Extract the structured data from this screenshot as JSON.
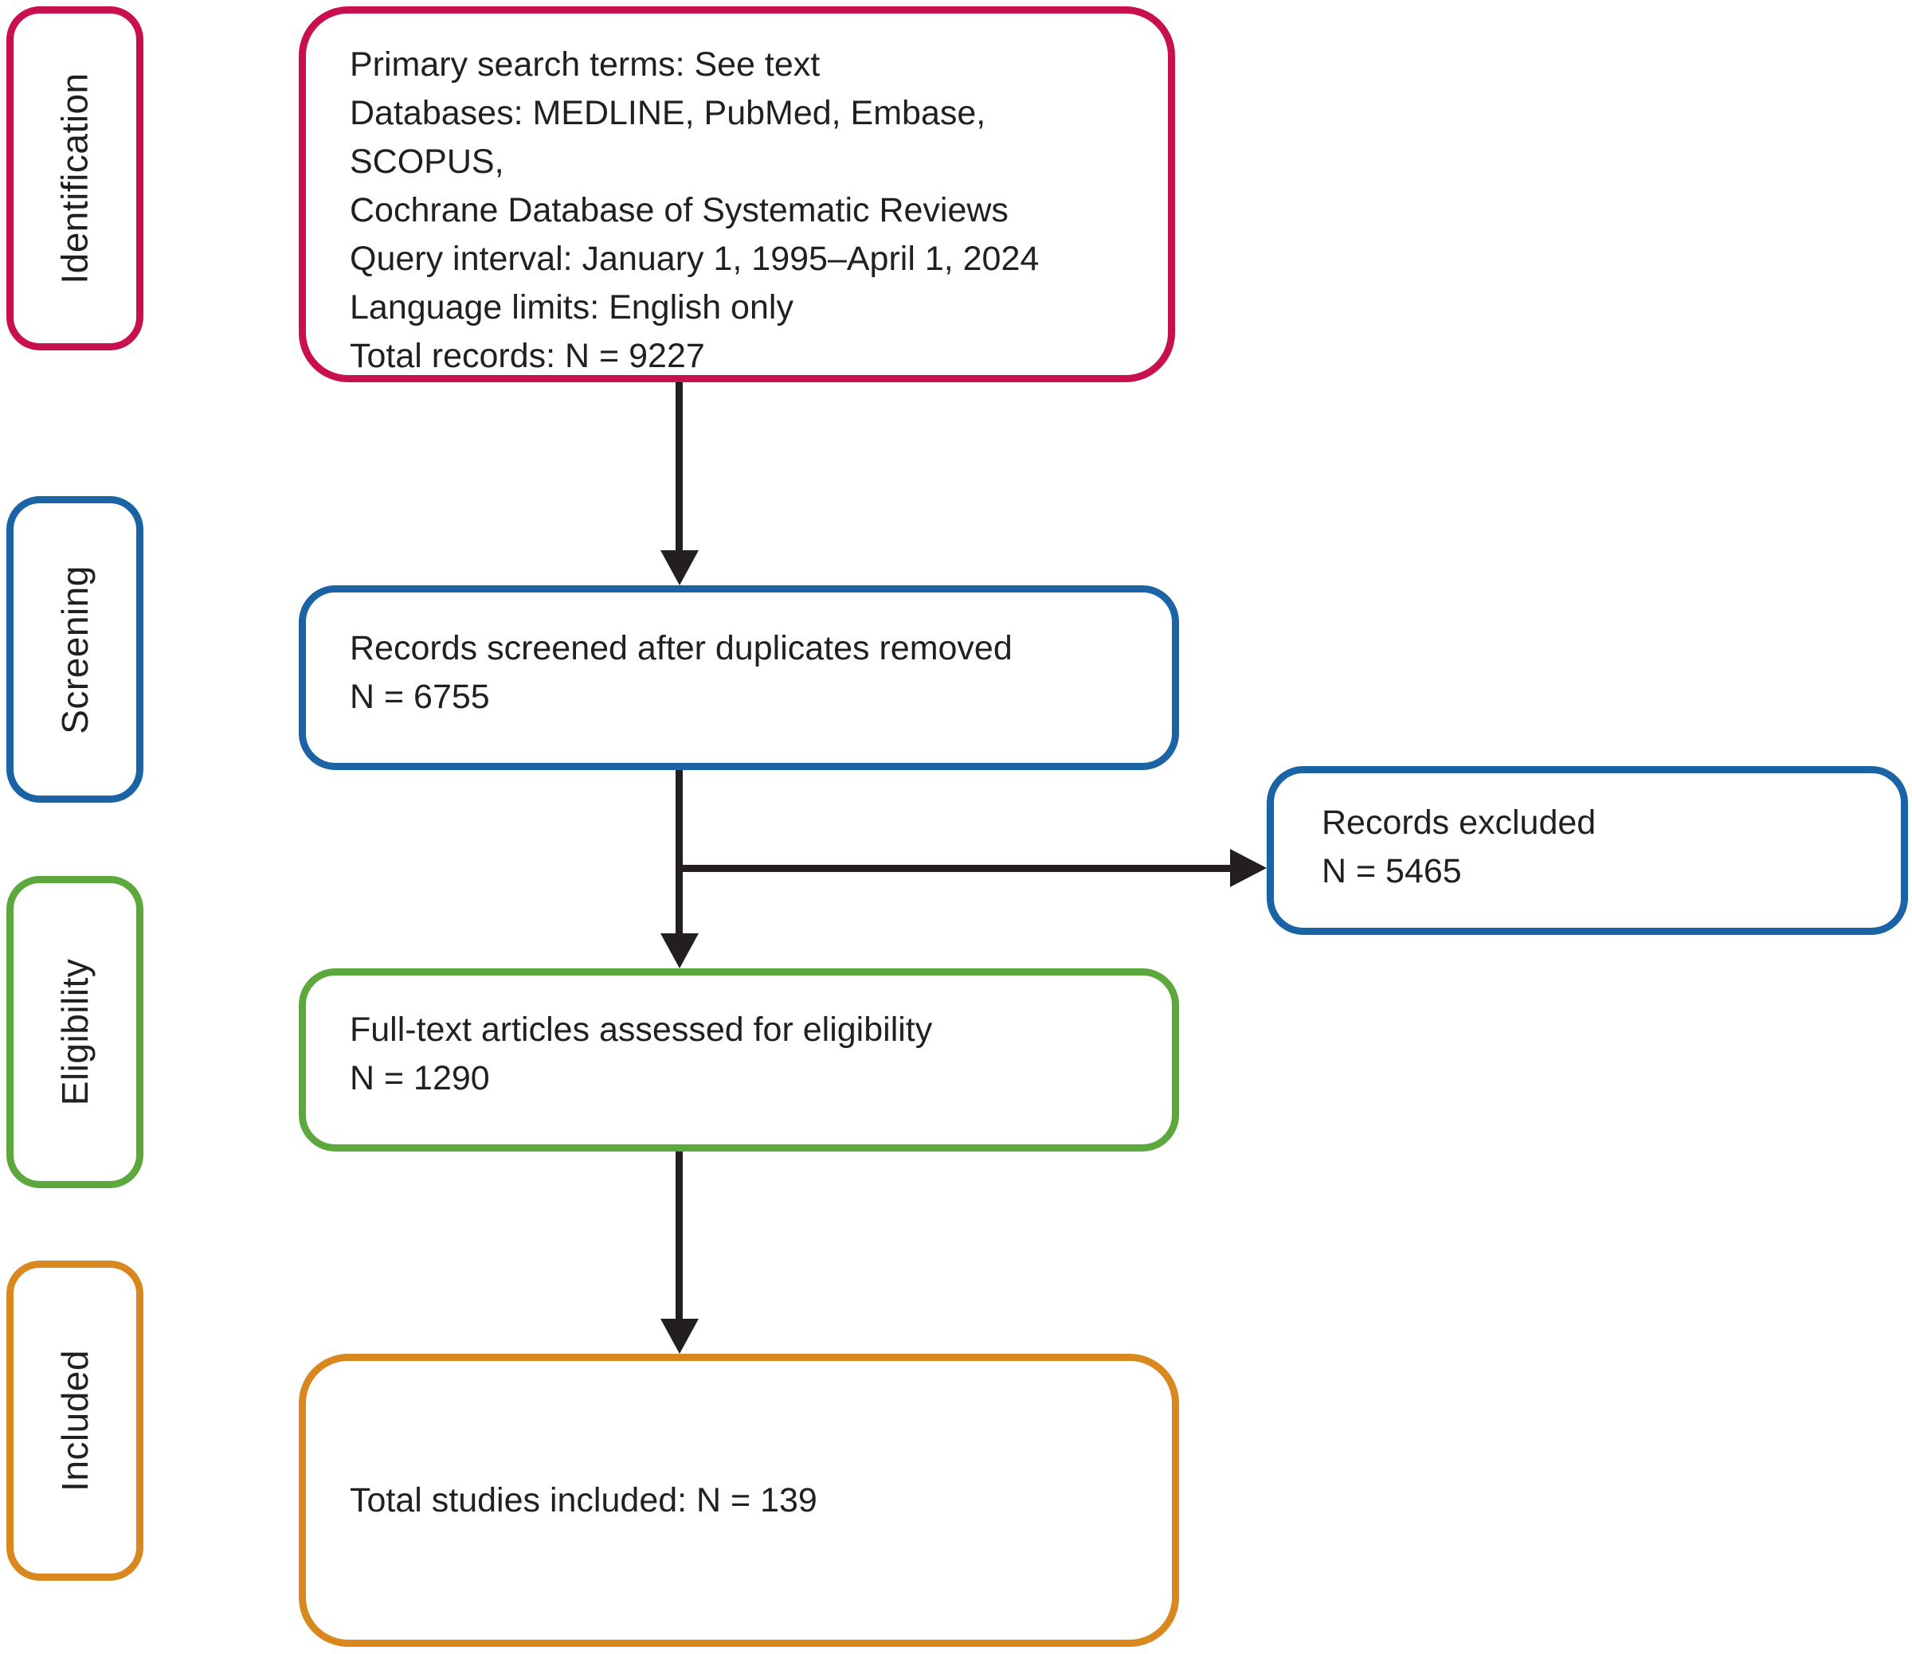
{
  "palette": {
    "identification": "#C8104E",
    "screening": "#1A64A5",
    "eligibility": "#5CA83D",
    "included": "#D9881F",
    "ink": "#231F20",
    "background": "#FFFFFF"
  },
  "sidebar": {
    "stages": [
      {
        "label": "Identification"
      },
      {
        "label": "Screening"
      },
      {
        "label": "Eligibility"
      },
      {
        "label": "Included"
      }
    ]
  },
  "flow": {
    "identification_box": {
      "lines": [
        "Primary search terms: See text",
        "Databases: MEDLINE, PubMed, Embase, SCOPUS,",
        "Cochrane Database of Systematic Reviews",
        "Query interval: January 1, 1995–April 1, 2024",
        "Language limits: English only",
        "Total records: N = 9227"
      ]
    },
    "screened_box": {
      "lines": [
        "Records screened after duplicates removed",
        "N = 6755"
      ]
    },
    "excluded_box": {
      "lines": [
        "Records excluded",
        "N = 5465"
      ]
    },
    "eligibility_box": {
      "lines": [
        "Full-text articles assessed for eligibility",
        "N = 1290"
      ]
    },
    "included_box": {
      "lines": [
        "Total studies included: N = 139"
      ]
    }
  }
}
